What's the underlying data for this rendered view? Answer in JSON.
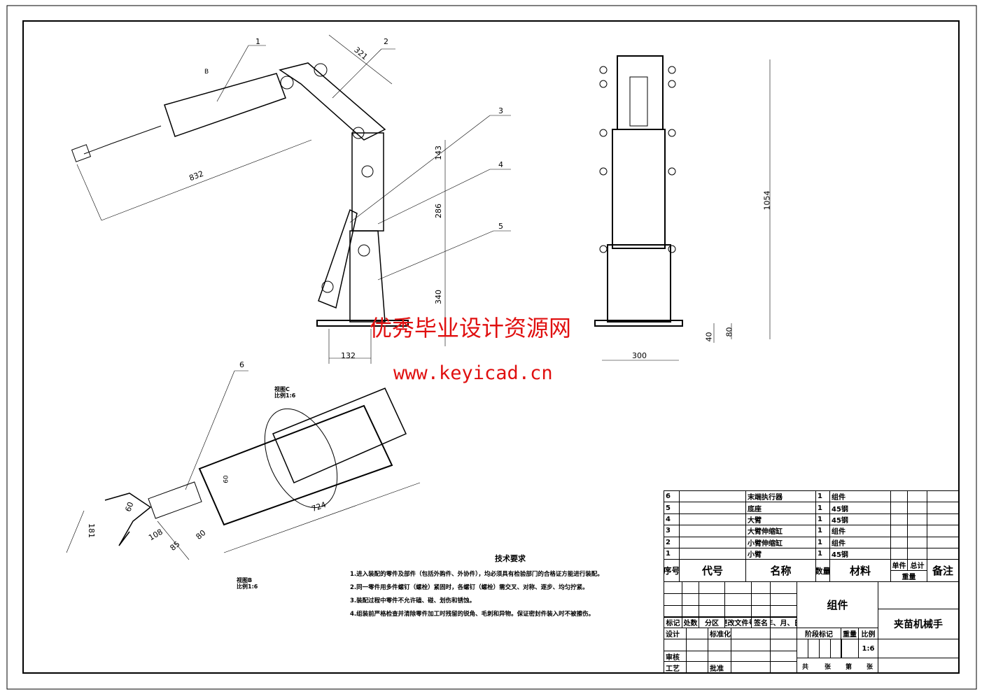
{
  "drawing": {
    "dimensions": [
      "321",
      "832",
      "143",
      "286",
      "340",
      "132",
      "1054",
      "80",
      "40",
      "300",
      "724",
      "181",
      "60",
      "108",
      "85",
      "80",
      "60"
    ],
    "balloons": [
      "1",
      "2",
      "3",
      "4",
      "5",
      "6"
    ],
    "view_b_arrow": "B",
    "view_c_label": "视图C",
    "view_c_scale": "比例1:6",
    "view_b_label": "视图B",
    "view_b_scale": "比例1:6"
  },
  "watermark": {
    "title": "优秀毕业设计资源网",
    "url": "www.keyicad.cn"
  },
  "tech_requirements": {
    "title": "技术要求",
    "items": [
      "1.进入装配的零件及部件（包括外购件、外协件），均必须具有检验部门的合格证方能进行装配。",
      "2.同一零件用多件螺钉（螺栓）紧固时，各螺钉（螺栓）需交叉、对称、逐步、均匀拧紧。",
      "3.装配过程中零件不允许磕、碰、划伤和锈蚀。",
      "4.组装前严格检查并清除零件加工时残留的锐角、毛刺和异物。保证密封件装入时不被擦伤。"
    ]
  },
  "parts_list": {
    "rows": [
      {
        "no": "6",
        "code": "",
        "name": "末端执行器",
        "qty": "1",
        "material": "组件"
      },
      {
        "no": "5",
        "code": "",
        "name": "底座",
        "qty": "1",
        "material": "45钢"
      },
      {
        "no": "4",
        "code": "",
        "name": "大臂",
        "qty": "1",
        "material": "45钢"
      },
      {
        "no": "3",
        "code": "",
        "name": "大臂伸缩缸",
        "qty": "1",
        "material": "组件"
      },
      {
        "no": "2",
        "code": "",
        "name": "小臂伸缩缸",
        "qty": "1",
        "material": "组件"
      },
      {
        "no": "1",
        "code": "",
        "name": "小臂",
        "qty": "1",
        "material": "45钢"
      }
    ],
    "headers": {
      "no": "序号",
      "code": "代号",
      "name": "名称",
      "qty": "数量",
      "material": "材料",
      "single": "单件",
      "total": "总计",
      "weight": "重量",
      "remark": "备注"
    }
  },
  "title_block": {
    "labels": {
      "mark": "标记",
      "count": "处数",
      "zone": "分区",
      "doc": "更改文件号",
      "sign": "签名",
      "date": "年、月、日",
      "design": "设计",
      "standard": "标准化",
      "review": "审核",
      "process": "工艺",
      "approve": "批准",
      "stage": "阶段标记",
      "weight": "重量",
      "scale": "比例",
      "total_sheets": "共",
      "sheets": "张",
      "sheet_no": "第",
      "sheet": "张"
    },
    "assembly": "组件",
    "drawing_name": "夹苗机械手",
    "scale_value": "1:6"
  }
}
